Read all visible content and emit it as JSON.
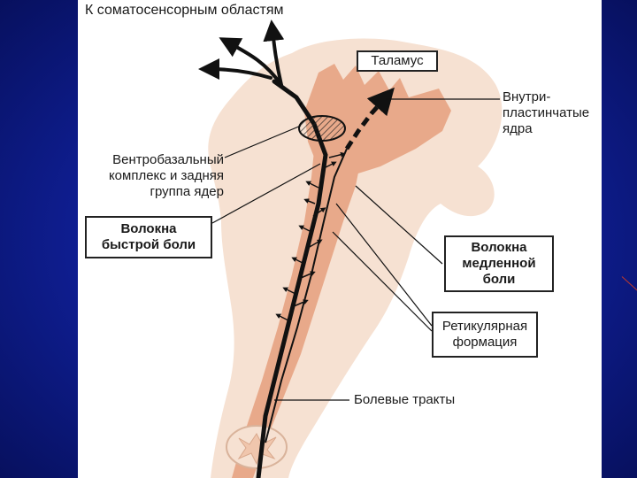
{
  "labels": {
    "top": "К соматосенсорным областям",
    "thalamus": "Таламус",
    "intralaminar": "Внутри-\nпластинчатые\nядра",
    "ventrobasal": "Вентробазальный\nкомплекс и задняя\nгруппа ядер",
    "fast_pain": "Волокна\nбыстрой боли",
    "slow_pain": "Волокна\nмедленной\nболи",
    "reticular": "Ретикулярная\nформация",
    "pain_tracts": "Болевые тракты"
  },
  "colors": {
    "background": "#0a1478",
    "brainstem": "#f6e1d2",
    "tract": "#e8a98a",
    "pathway": "#111111"
  }
}
